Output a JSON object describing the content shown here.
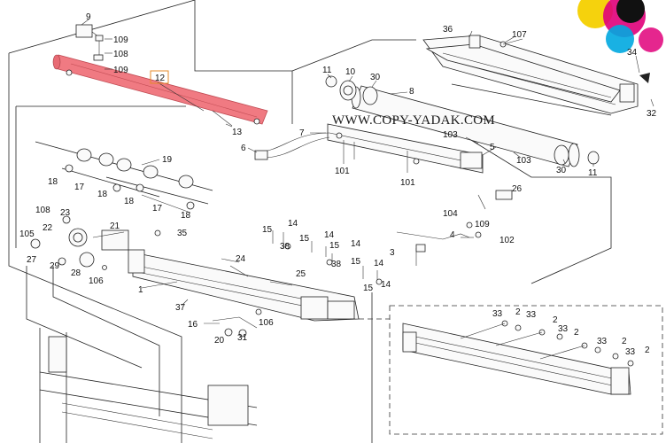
{
  "watermark": "WWW.COPY-YADAK.COM",
  "highlight_color": "#f07a82",
  "highlight_box_color": "#e58a2a",
  "logo_colors": [
    "#f4d000",
    "#e0007a",
    "#00a8e0",
    "#111111"
  ],
  "callouts": {
    "c_9": "9",
    "c_109a": "109",
    "c_108a": "108",
    "c_109b": "109",
    "c_12": "12",
    "c_13": "13",
    "c_11a": "11",
    "c_10": "10",
    "c_30a": "30",
    "c_8": "8",
    "c_36": "36",
    "c_107": "107",
    "c_34": "34",
    "c_32": "32",
    "c_7": "7",
    "c_6": "6",
    "c_101a": "101",
    "c_101b": "101",
    "c_103a": "103",
    "c_5": "5",
    "c_103b": "103",
    "c_30b": "30",
    "c_11b": "11",
    "c_19": "19",
    "c_18a": "18",
    "c_17a": "17",
    "c_18b": "18",
    "c_18c": "18",
    "c_17b": "17",
    "c_18d": "18",
    "c_26": "26",
    "c_104": "104",
    "c_109c": "109",
    "c_102": "102",
    "c_4": "4",
    "c_3": "3",
    "c_108b": "108",
    "c_23": "23",
    "c_22": "22",
    "c_21": "21",
    "c_35": "35",
    "c_105": "105",
    "c_27": "27",
    "c_29": "29",
    "c_28": "28",
    "c_106a": "106",
    "c_24": "24",
    "c_15a": "15",
    "c_14a": "14",
    "c_15b": "15",
    "c_14b": "14",
    "c_38a": "38",
    "c_15c": "15",
    "c_14c": "14",
    "c_25": "25",
    "c_38b": "38",
    "c_15d": "15",
    "c_14d": "14",
    "c_15e": "15",
    "c_14e": "14",
    "c_1": "1",
    "c_37": "37",
    "c_16": "16",
    "c_106b": "106",
    "c_20": "20",
    "c_31": "31",
    "c_33a": "33",
    "c_2a": "2",
    "c_33b": "33",
    "c_2b": "2",
    "c_33c": "33",
    "c_2c": "2",
    "c_33d": "33",
    "c_2d": "2",
    "c_33e": "33",
    "c_2e": "2"
  }
}
